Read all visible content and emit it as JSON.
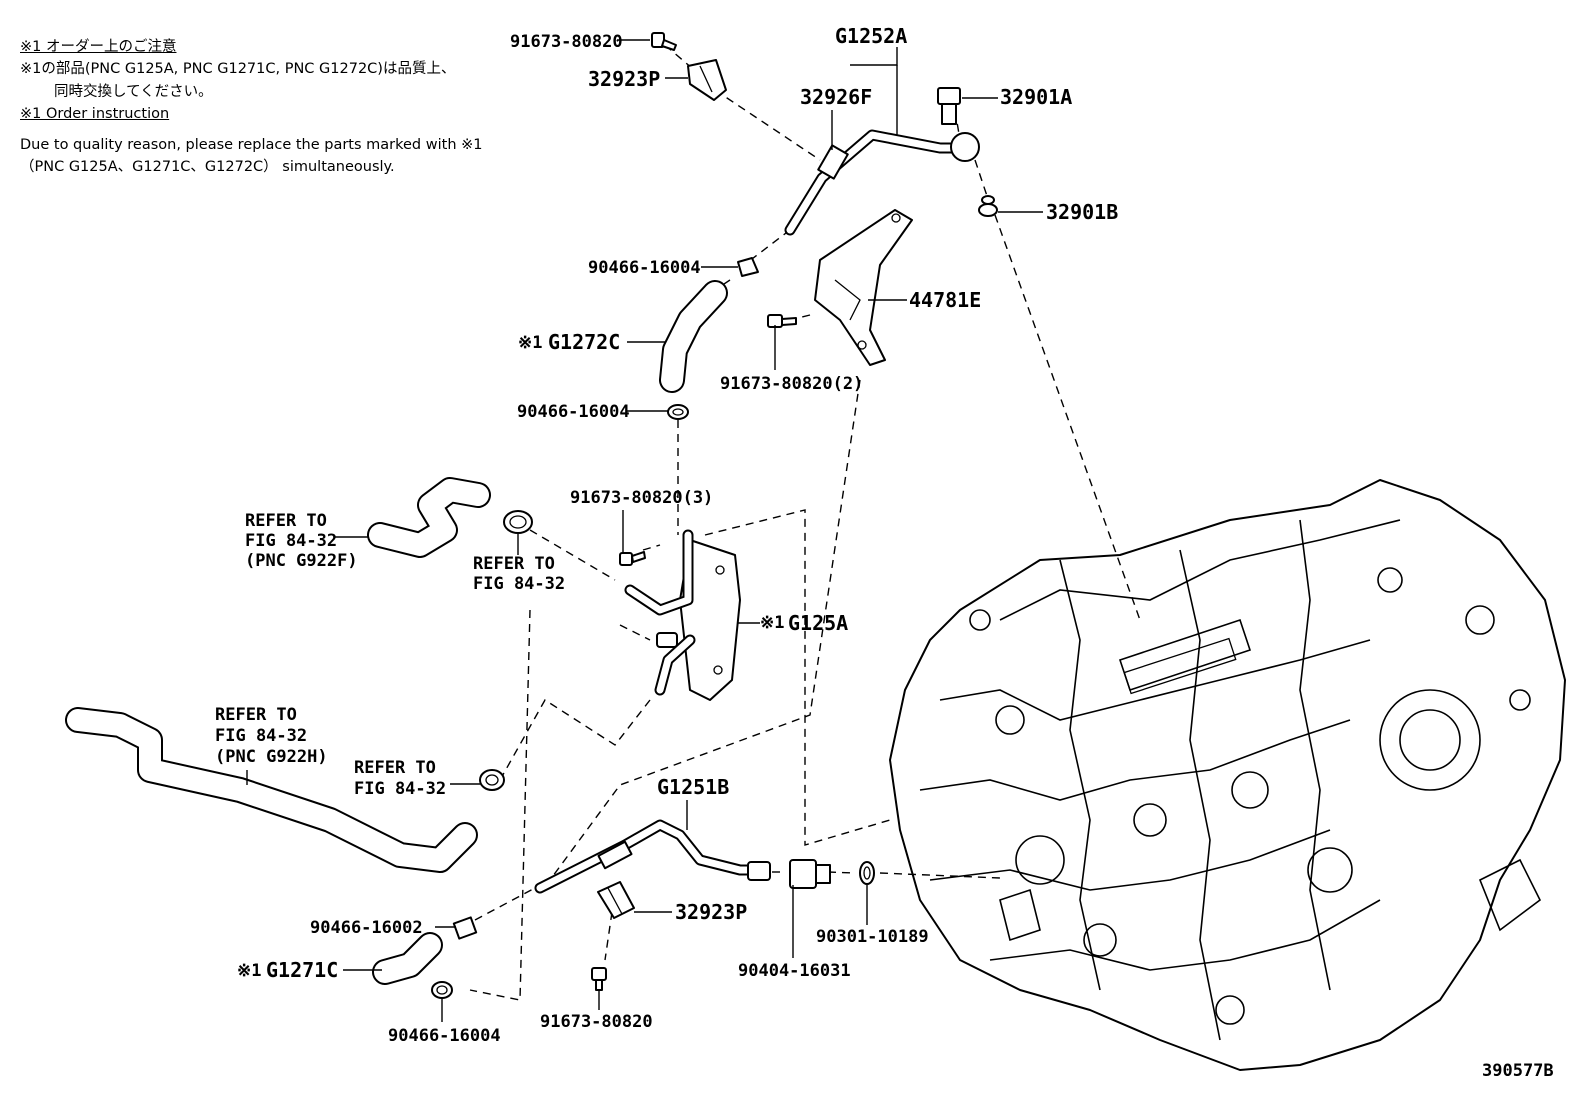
{
  "notes": {
    "jp_header": "※1 オーダー上のご注意",
    "jp_line1": "※1の部品(PNC G125A, PNC G1271C, PNC G1272C)は品質上、",
    "jp_line2": "同時交換してください。",
    "en_header": "※1 Order instruction",
    "en_line1": "Due to quality reason, please replace the parts marked with ※1",
    "en_line2": "（PNC G125A、G1271C、G1272C） simultaneously."
  },
  "labels": {
    "p91673_80820_top": "91673-80820",
    "g1252a": "G1252A",
    "p32923p_top": "32923P",
    "p32926f": "32926F",
    "p32901a": "32901A",
    "p32901b": "32901B",
    "p90466_16004_a": "90466-16004",
    "p44781e": "44781E",
    "g1272c": "G1272C",
    "p91673_80820_2": "91673-80820(2)",
    "p90466_16004_b": "90466-16004",
    "p91673_80820_3": "91673-80820(3)",
    "refer1_line1": "REFER TO",
    "refer1_line2": "FIG 84-32",
    "refer1_line3": "(PNC G922F)",
    "refer2_line1": "REFER TO",
    "refer2_line2": "FIG 84-32",
    "g125a": "G125A",
    "refer3_line1": "REFER TO",
    "refer3_line2": "FIG 84-32",
    "refer3_line3": "(PNC G922H)",
    "refer4_line1": "REFER TO",
    "refer4_line2": "FIG 84-32",
    "g1251b": "G1251B",
    "p32923p_bottom": "32923P",
    "p90466_16002": "90466-16002",
    "g1271c": "G1271C",
    "p90301_10189": "90301-10189",
    "p90404_16031": "90404-16031",
    "p90466_16004_c": "90466-16004",
    "p91673_80820_bottom": "91673-80820",
    "mark": "※1",
    "figure_id": "390577B"
  }
}
